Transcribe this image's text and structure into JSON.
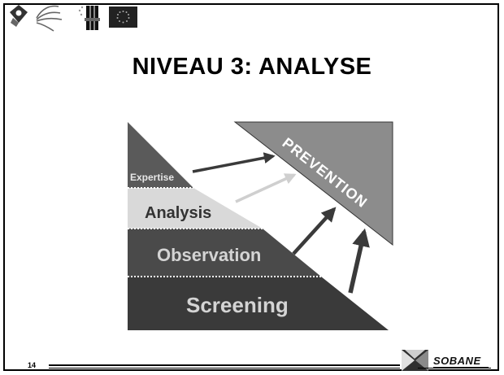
{
  "title": "NIVEAU 3: ANALYSE",
  "page_number": "14",
  "levels": {
    "expertise": "Expertise",
    "analysis": "Analysis",
    "observation": "Observation",
    "screening": "Screening"
  },
  "prevention": "PREVENTION",
  "logo": {
    "text": "SOBANE"
  },
  "header_icons": [
    "puzzle-logo-icon",
    "bird-logo-icon",
    "flag-icon",
    "eu-flag-icon"
  ],
  "colors": {
    "screening": "#3a3a3a",
    "observation": "#4a4a4a",
    "analysis": "#d9d9d9",
    "expertise": "#5a5a5a",
    "prevention": "#8c8c8c",
    "highlight_arrow": "#cfcfcf"
  }
}
